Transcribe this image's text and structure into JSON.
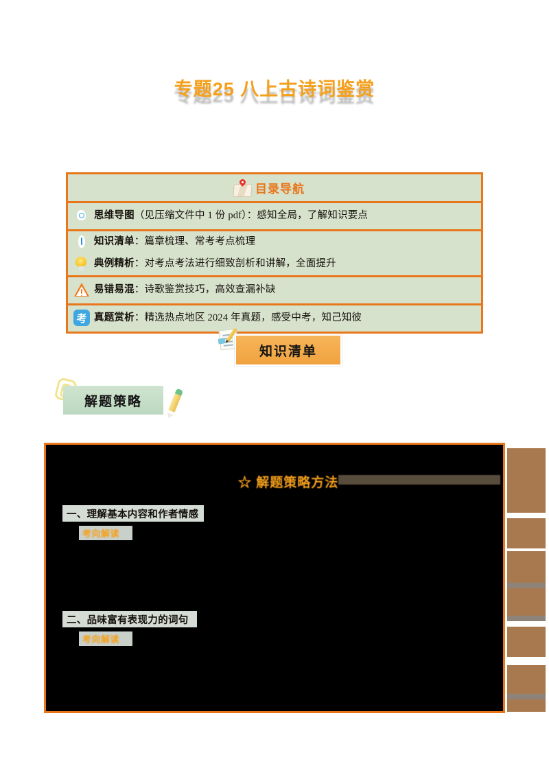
{
  "page": {
    "title": "专题25 八上古诗词鉴赏"
  },
  "nav_box": {
    "header": {
      "icon": "map-pin-icon",
      "title": "目录导航"
    },
    "rows": [
      {
        "icon": "mind-map-icon",
        "lead": "思维导图",
        "text": "（见压缩文件中 1 份 pdf）：感知全局，了解知识要点"
      },
      {
        "icon": "pen-checklist-icon",
        "lead": "知识清单",
        "text": "：篇章梳理、常考考点梳理"
      },
      {
        "icon": "lightbulb-icon",
        "lead": "典例精析",
        "text": "：对考点考法进行细致剖析和讲解，全面提升"
      },
      {
        "icon": "warning-triangle-icon",
        "lead": "易错易混",
        "text": "：诗歌鉴赏技巧，高效查漏补缺"
      },
      {
        "icon": "exam-kao-icon",
        "lead": "真题赏析",
        "text": "：精选热点地区 2024 年真题，感受中考，知己知彼"
      }
    ]
  },
  "banners": {
    "knowledge_checklist": {
      "label": "知识清单",
      "icon": "notebook-pencil-icon"
    },
    "solving_strategy": {
      "label": "解题策略",
      "icon": "paperclip-pencil-icon"
    }
  },
  "content": {
    "redacted_title": "☆ 解题策略方法",
    "headings": [
      {
        "text": "一、理解基本内容和作者情感",
        "tag": "考向解读"
      },
      {
        "text": "二、品味富有表现力的词句",
        "tag": "考向解读"
      }
    ]
  },
  "colors": {
    "accent_orange": "#e8761a",
    "title_orange": "#f5a01b",
    "nav_green": "#d7e2cd",
    "banner_green": "#cfe4d0",
    "banner_orange": "#f0a23e",
    "icon_blue": "#38a9e8",
    "redaction_black": "#000000",
    "redaction_brown": "#a8794e"
  }
}
